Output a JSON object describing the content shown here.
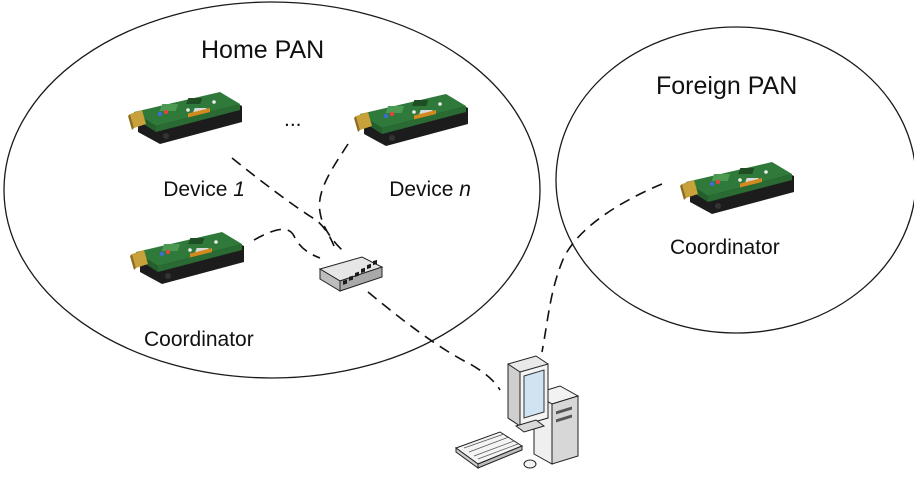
{
  "home_pan": {
    "title": "Home PAN",
    "device_1": {
      "label": "Device ",
      "index": "1",
      "icon": "zigbee-board-icon"
    },
    "device_n": {
      "label": "Device ",
      "index": "n",
      "icon": "zigbee-board-icon"
    },
    "ellipsis": "...",
    "coordinator": {
      "label": "Coordinator",
      "icon": "zigbee-board-icon"
    }
  },
  "foreign_pan": {
    "title": "Foreign PAN",
    "coordinator": {
      "label": "Coordinator",
      "icon": "zigbee-board-icon"
    }
  },
  "hub": {
    "icon": "network-switch-icon"
  },
  "computer": {
    "icon": "desktop-computer-icon"
  },
  "colors": {
    "board_green": "#2f7a3a",
    "board_black": "#1c1c1c",
    "connector_gold": "#c9a13a",
    "monitor_screen": "#cfe3f2"
  }
}
